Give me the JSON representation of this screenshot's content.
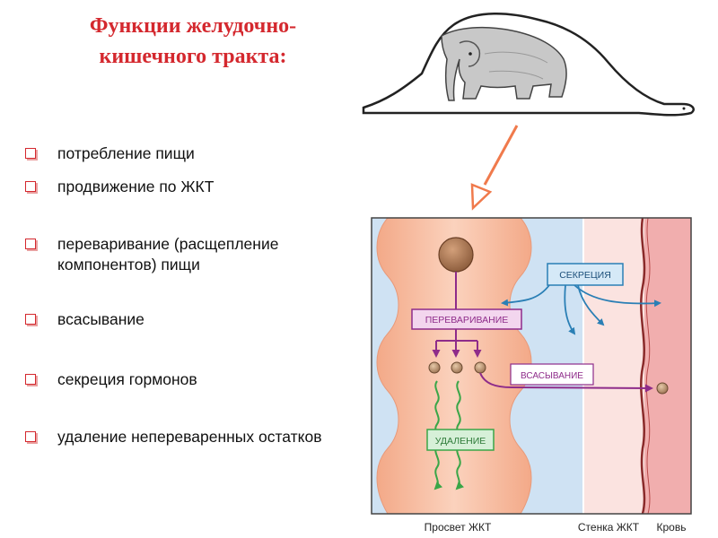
{
  "title": "Функции желудочно-кишечного тракта:",
  "bullets": [
    "потребление пищи",
    "продвижение по ЖКТ",
    "переваривание (расщепление компонентов) пищи",
    "всасывание",
    "секреция гормонов",
    "удаление непереваренных остатков"
  ],
  "diagram": {
    "secretion": "СЕКРЕЦИЯ",
    "digestion": "ПЕРЕВАРИВАНИЕ",
    "absorption": "ВСАСЫВАНИЕ",
    "removal": "УДАЛЕНИЕ",
    "lumen": "Просвет ЖКТ",
    "wall": "Стенка ЖКТ",
    "blood": "Кровь"
  },
  "colors": {
    "title": "#d4282e",
    "arrow": "#f07a4c",
    "lumen_band": "#f6bfa5",
    "wall_bg": "#cfe2f3",
    "blood": "#f1aeae",
    "secretion_arrow": "#2a7fb5",
    "digestion_arrow": "#8e2c8a",
    "removal_arrow": "#3aa648"
  },
  "icons": {
    "illustration": "boa-swallowing-elephant-drawing",
    "bullet": "square-bullet-icon"
  }
}
